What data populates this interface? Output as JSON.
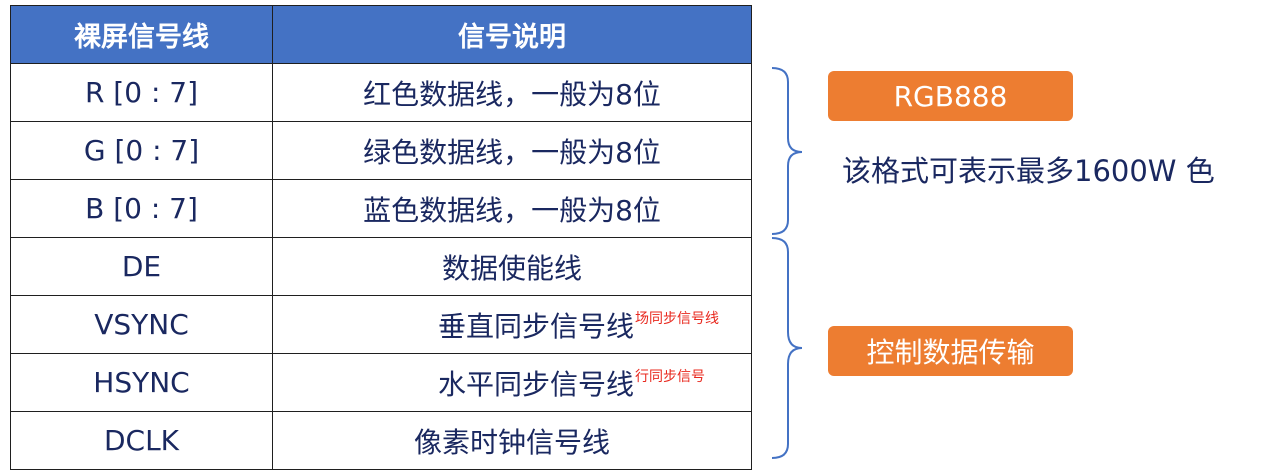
{
  "table": {
    "headers": [
      "裸屏信号线",
      "信号说明"
    ],
    "rows": [
      {
        "signal": "R [0 : 7]",
        "desc": "红色数据线，一般为8位",
        "note": ""
      },
      {
        "signal": "G [0 : 7]",
        "desc": "绿色数据线，一般为8位",
        "note": ""
      },
      {
        "signal": "B [0 : 7]",
        "desc": "蓝色数据线，一般为8位",
        "note": ""
      },
      {
        "signal": "DE",
        "desc": "数据使能线",
        "note": ""
      },
      {
        "signal": "VSYNC",
        "desc": "垂直同步信号线",
        "note": "场同步信号线"
      },
      {
        "signal": "HSYNC",
        "desc": "水平同步信号线",
        "note": "行同步信号"
      },
      {
        "signal": "DCLK",
        "desc": "像素时钟信号线",
        "note": ""
      }
    ]
  },
  "groups": {
    "rgb": {
      "label": "RGB888",
      "description": "该格式可表示最多1600W 色"
    },
    "control": {
      "label": "控制数据传输"
    }
  },
  "colors": {
    "header_bg": "#4472c4",
    "pill_bg": "#ed7d31",
    "brace": "#4472c4",
    "note_text": "#e8281e",
    "body_text": "#1a2860"
  }
}
